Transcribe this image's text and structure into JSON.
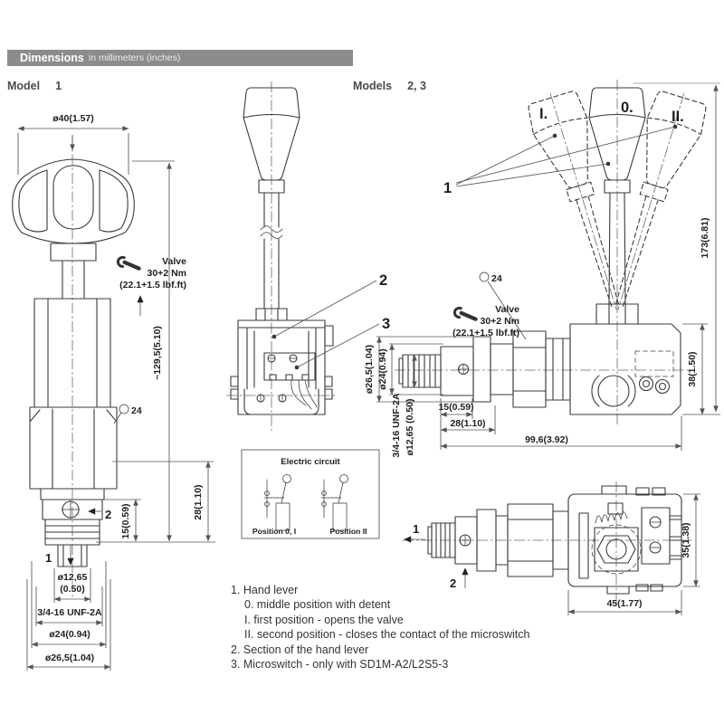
{
  "header": {
    "title": "Dimensions",
    "subtitle": "in millimeters (inches)"
  },
  "models": {
    "model1_label": "Model",
    "model1_value": "1",
    "models23_label": "Models",
    "models23_value": "2, 3"
  },
  "torque_note": {
    "line1": "Valve",
    "line2": "30+2 Nm",
    "line3": "(22.1+1.5 lbf.ft)"
  },
  "model1": {
    "knob_dia": "ø40(1.57)",
    "total_height": "~129,5(5.10)",
    "hex_af": "24",
    "h28": "28(1.10)",
    "h15": "15(0.59)",
    "port1": "1",
    "port2": "2",
    "tip_dia_line1": "ø12,65",
    "tip_dia_line2": "(0.50)",
    "thread": "3/4-16 UNF-2A",
    "d24": "ø24(0.94)",
    "d265": "ø26,5(1.04)"
  },
  "models23": {
    "callout_lever": "1",
    "callout_section": "2",
    "callout_microswitch": "3",
    "pos_middle": "0.",
    "pos_first": "I.",
    "pos_second": "II.",
    "lever_height": "173(6.81)",
    "hex_af": "24",
    "d265": "ø26,5(1.04)",
    "d24": "ø24(0.94)",
    "thread": "3/4-16 UNF-2A",
    "tip_dia": "ø12,65 (0.50)",
    "h15": "15(0.59)",
    "h28": "28(1.10)",
    "length": "99,6(3.92)",
    "body_height": "38(1.50)",
    "body_width": "45(1.77)",
    "body_depth": "35(1.38)",
    "port1": "1",
    "port2": "2"
  },
  "electric_circuit": {
    "title": "Electric circuit",
    "pos_01": "Position 0, I",
    "pos_2": "Position II"
  },
  "legend": {
    "items": [
      "1. Hand lever",
      "0. middle position with detent",
      "I. first position - opens the valve",
      "II. second position - closes the contact of the microswitch",
      "2. Section of the hand lever",
      "3. Microswitch - only with SD1M-A2/L2S5-3"
    ]
  },
  "colors": {
    "header_bar": "#8c8c8c",
    "line": "#3a3a3a",
    "text": "#333333"
  }
}
